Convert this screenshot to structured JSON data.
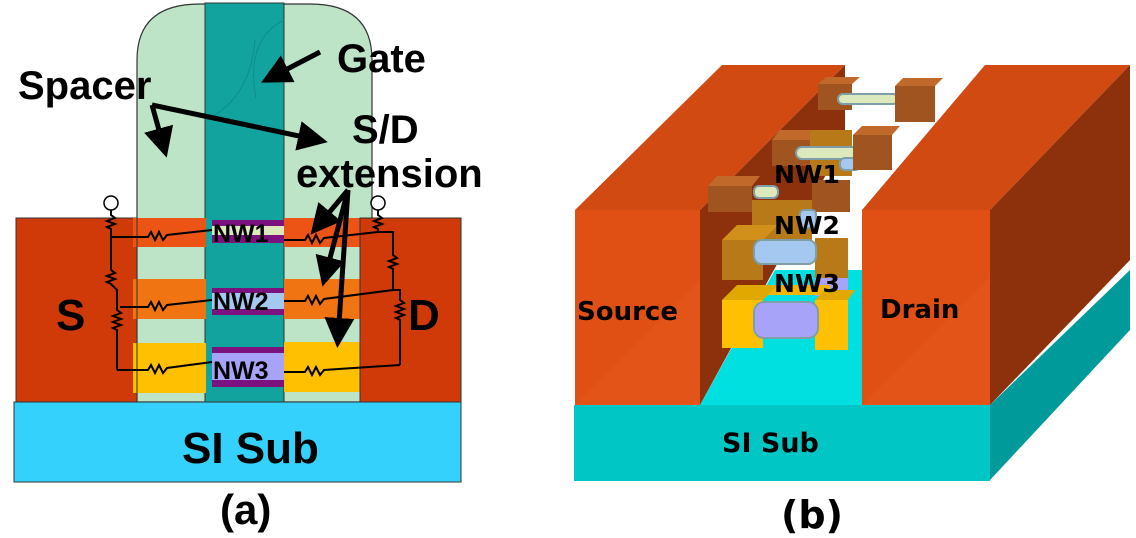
{
  "figure": {
    "panel_a": {
      "caption": "(a)",
      "labels": {
        "gate": "Gate",
        "spacer": "Spacer",
        "sd_ext_line1": "S/D",
        "sd_ext_line2": "extension",
        "source": "S",
        "drain": "D",
        "substrate": "SI Sub"
      },
      "nanowires": [
        "NW1",
        "NW2",
        "NW3"
      ]
    },
    "panel_b": {
      "caption": "(b)",
      "labels": {
        "source": "Source",
        "drain": "Drain",
        "substrate": "SI Sub"
      },
      "nanowires": [
        "NW1",
        "NW2",
        "NW3"
      ]
    }
  },
  "colors": {
    "source_drain": "#cf3a08",
    "sd_ext_1": "#ec5416",
    "sd_ext_2": "#f07412",
    "sd_ext_3": "#fec000",
    "spacer": "#bde4c6",
    "gate": "#12a39e",
    "substrate_a": "#33d1fb",
    "nw_oxide": "#7b1280",
    "nw1": "#dbe9bd",
    "nw2": "#a5c8f0",
    "nw3": "#a7a3f8",
    "b_block_front": "#e05015",
    "b_block_top": "#d04a12",
    "b_block_side": "#8d300c",
    "b_sub_front": "#00c6c6",
    "b_sub_side": "#009a9a",
    "b_sub_top": "#00e0e0"
  }
}
